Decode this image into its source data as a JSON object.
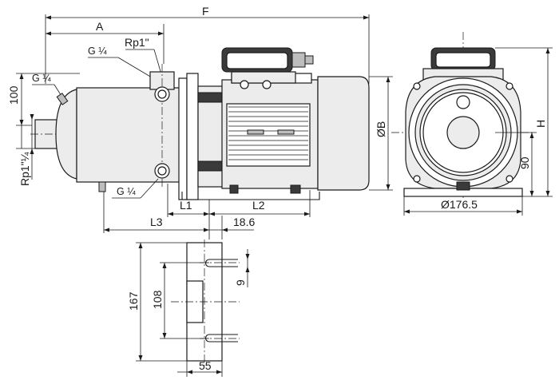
{
  "labels": {
    "dim_f": "F",
    "dim_a": "A",
    "conn_rp1": "Rp1\"",
    "conn_g14_top": "G ¼",
    "conn_g14_left": "G ¼",
    "conn_g14_bottom": "G ¼",
    "dim_100": "100",
    "conn_rp114": "Rp1\"¼",
    "dim_l1": "L1",
    "dim_l2": "L2",
    "dim_l3": "L3",
    "dim_186": "18.6",
    "dim_b": "ØB",
    "dim_h": "H",
    "dim_90": "90",
    "dim_1765": "Ø176.5",
    "dim_167": "167",
    "dim_108": "108",
    "dim_9": "9",
    "dim_55": "55"
  }
}
